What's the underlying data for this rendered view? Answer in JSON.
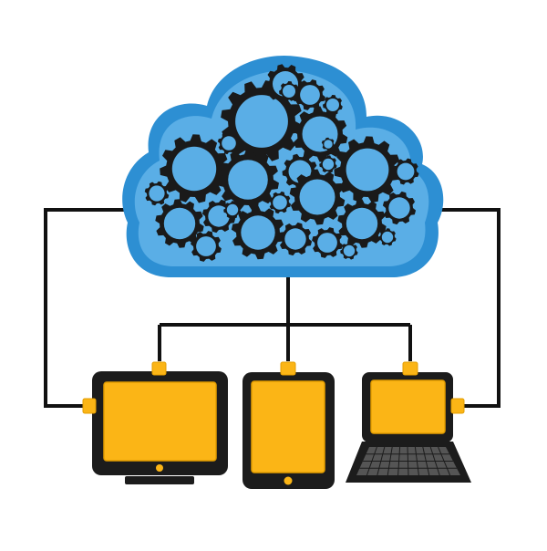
{
  "diagram": {
    "subject": "cloud-computing",
    "cloud": {
      "icon": "cloud-icon",
      "contents_icon": "gear-icon"
    },
    "devices": [
      {
        "type": "monitor",
        "icon": "monitor-icon"
      },
      {
        "type": "tablet",
        "icon": "tablet-icon"
      },
      {
        "type": "laptop",
        "icon": "laptop-icon"
      }
    ],
    "colors": {
      "cloud_fill": "#5aaee6",
      "cloud_outline": "#2d8fd3",
      "gear_body": "#1a1a1a",
      "gear_hub": "#5aaee6",
      "screen": "#fbb516",
      "screen_edge": "#e39d00",
      "device_body": "#1c1c1c",
      "connector": "#fbb516",
      "wire": "#111111",
      "keyboard": "#555555"
    }
  }
}
